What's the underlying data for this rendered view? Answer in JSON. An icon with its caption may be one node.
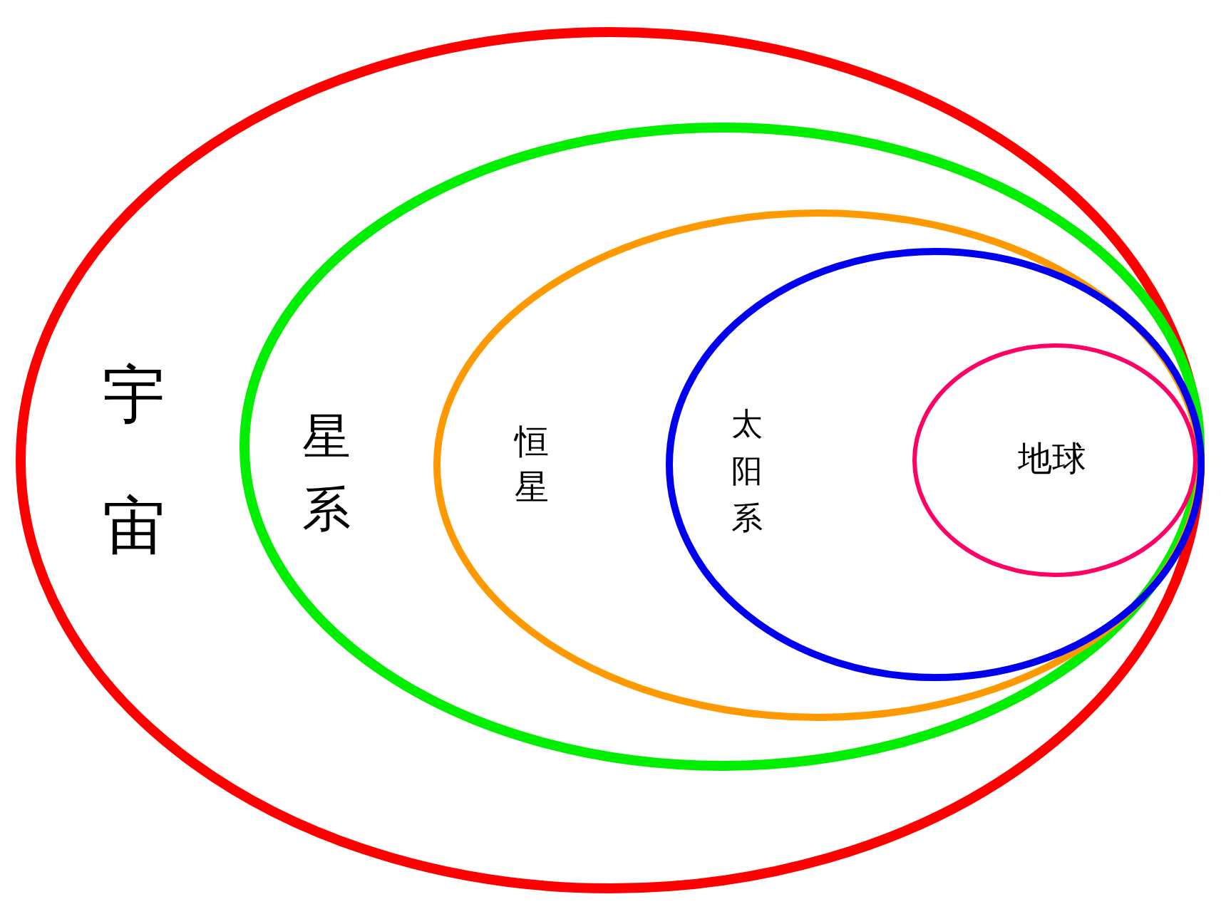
{
  "diagram": {
    "nodes": [
      {
        "text": [
          "宇宙"
        ]
      },
      {
        "text": [
          "星系"
        ],
        "in": 0
      },
      {
        "text": [
          "恒星"
        ],
        "in": 1
      },
      {
        "text": [
          "太阳系"
        ],
        "in": 2
      },
      {
        "text": [
          "地球"
        ],
        "in": 3
      }
    ]
  }
}
